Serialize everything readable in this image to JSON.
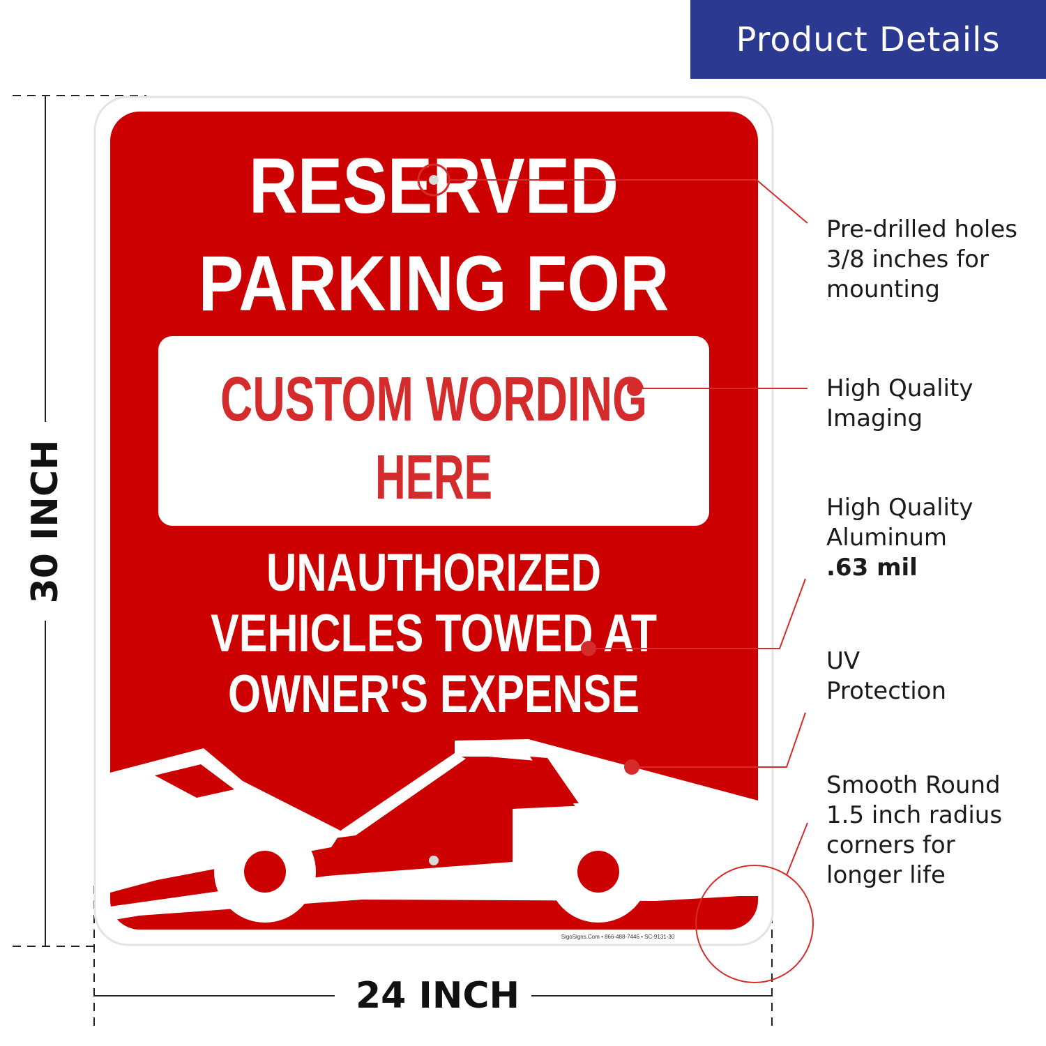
{
  "header": {
    "title": "Product Details"
  },
  "sign": {
    "line1": "RESERVED",
    "line2": "PARKING FOR",
    "custom_line1": "CUSTOM WORDING",
    "custom_line2": "HERE",
    "warn_line1": "UNAUTHORIZED",
    "warn_line2": "VEHICLES TOWED AT",
    "warn_line3": "OWNER'S EXPENSE",
    "footer": "SigoSigns.Com • 866-488-7446 • SC-9131-30",
    "color_red": "#cc0000",
    "color_white": "#ffffff"
  },
  "features": [
    {
      "line1": "Pre-drilled holes",
      "line2": "3/8 inches for",
      "line3": "mounting"
    },
    {
      "line1": "High Quality",
      "line2": "Imaging"
    },
    {
      "line1": "High Quality",
      "line2": "Aluminum",
      "bold": ".63 mil"
    },
    {
      "line1": "UV",
      "line2": "Protection"
    },
    {
      "line1": "Smooth Round",
      "line2": "1.5 inch radius",
      "line3": "corners for",
      "line4": "longer life"
    }
  ],
  "dimensions": {
    "width": "24 INCH",
    "height": "30 INCH"
  },
  "icons": [
    "tow-truck-icon"
  ]
}
